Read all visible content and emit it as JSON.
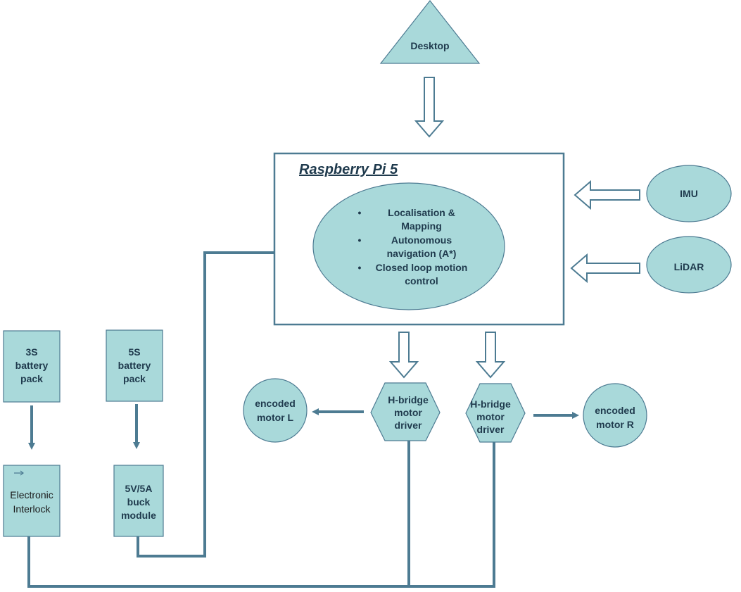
{
  "desktop": {
    "label": "Desktop"
  },
  "pi": {
    "title": "Raspberry Pi 5",
    "functions": [
      {
        "bullet": "•",
        "lines": [
          "Localisation &",
          "Mapping"
        ]
      },
      {
        "bullet": "•",
        "lines": [
          "Autonomous",
          "navigation (A*)"
        ]
      },
      {
        "bullet": "•",
        "lines": [
          "Closed loop motion",
          "control"
        ]
      }
    ]
  },
  "imu": {
    "label": "IMU"
  },
  "lidar": {
    "label": "LiDAR"
  },
  "battery_3s": {
    "lines": [
      "3S",
      "battery",
      "pack"
    ]
  },
  "battery_5s": {
    "lines": [
      "5S",
      "battery",
      "pack"
    ]
  },
  "interlock": {
    "lines": [
      "Electronic",
      "Interlock"
    ]
  },
  "buck": {
    "lines": [
      "5V/5A",
      "buck",
      "module"
    ]
  },
  "hbridge_l": {
    "lines": [
      "H-bridge",
      "motor",
      "driver"
    ]
  },
  "hbridge_r": {
    "lines": [
      "H-bridge",
      "motor",
      "driver"
    ]
  },
  "motor_l": {
    "lines": [
      "encoded",
      "motor L"
    ]
  },
  "motor_r": {
    "lines": [
      "encoded",
      "motor R"
    ]
  },
  "colors": {
    "fill": "#a9d9da",
    "stroke": "#4d7b92",
    "text": "#1f3a4d"
  }
}
